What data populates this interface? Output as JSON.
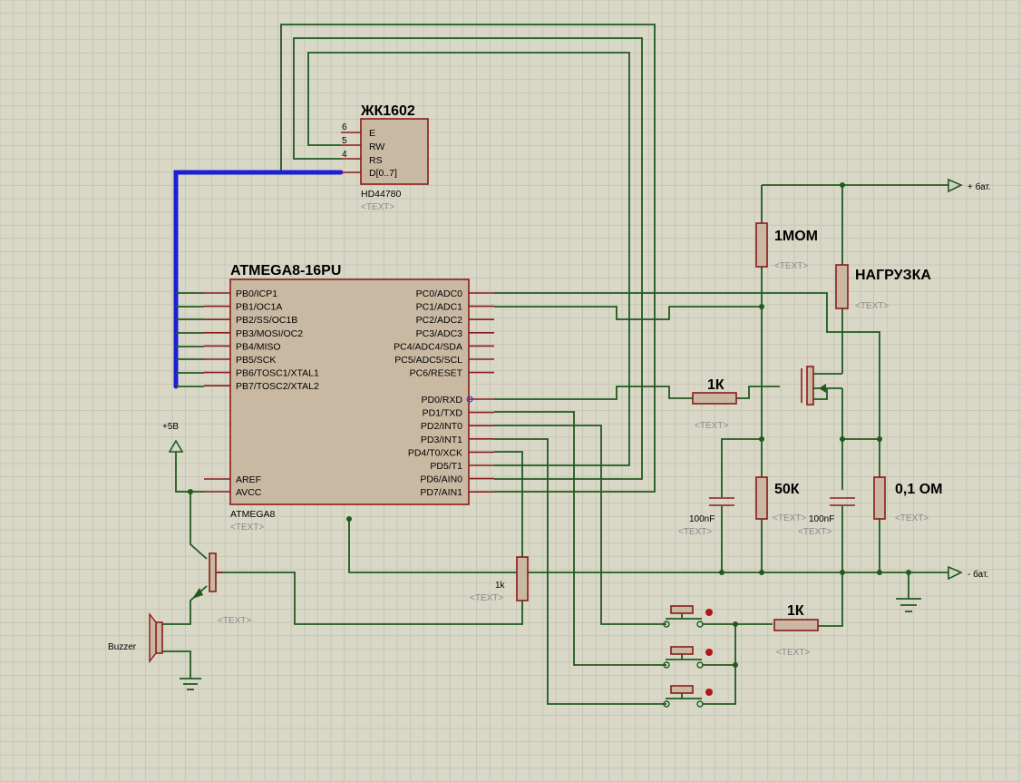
{
  "lcd": {
    "name": "ЖК1602",
    "model": "HD44780",
    "pins": [
      "E",
      "RW",
      "RS",
      "D[0..7]"
    ],
    "pin_numbers": [
      "6",
      "5",
      "4"
    ]
  },
  "mcu": {
    "name": "ATMEGA8-16PU",
    "model": "ATMEGA8",
    "left_pins": [
      "PB0/ICP1",
      "PB1/OC1A",
      "PB2/SS/OC1B",
      "PB3/MOSI/OC2",
      "PB4/MISO",
      "PB5/SCK",
      "PB6/TOSC1/XTAL1",
      "PB7/TOSC2/XTAL2"
    ],
    "power_pins": [
      "AREF",
      "AVCC"
    ],
    "right_pins_c": [
      "PC0/ADC0",
      "PC1/ADC1",
      "PC2/ADC2",
      "PC3/ADC3",
      "PC4/ADC4/SDA",
      "PC5/ADC5/SCL",
      "PC6/RESET"
    ],
    "right_pins_d": [
      "PD0/RXD",
      "PD1/TXD",
      "PD2/INT0",
      "PD3/INT1",
      "PD4/T0/XCK",
      "PD5/T1",
      "PD6/AIN0",
      "PD7/AIN1"
    ]
  },
  "labels": {
    "text_placeholder": "<TEXT>",
    "plus5v": "+5В",
    "buzzer": "Buzzer",
    "r1mom": "1МОМ",
    "load": "НАГРУЗКА",
    "r1k_gate": "1К",
    "r50k": "50К",
    "r01": "0,1 ОМ",
    "c1": "100nF",
    "c2": "100nF",
    "r1k_small": "1k",
    "r1k_btn": "1К",
    "bat_plus": "+ бат.",
    "bat_minus": "- бат."
  }
}
